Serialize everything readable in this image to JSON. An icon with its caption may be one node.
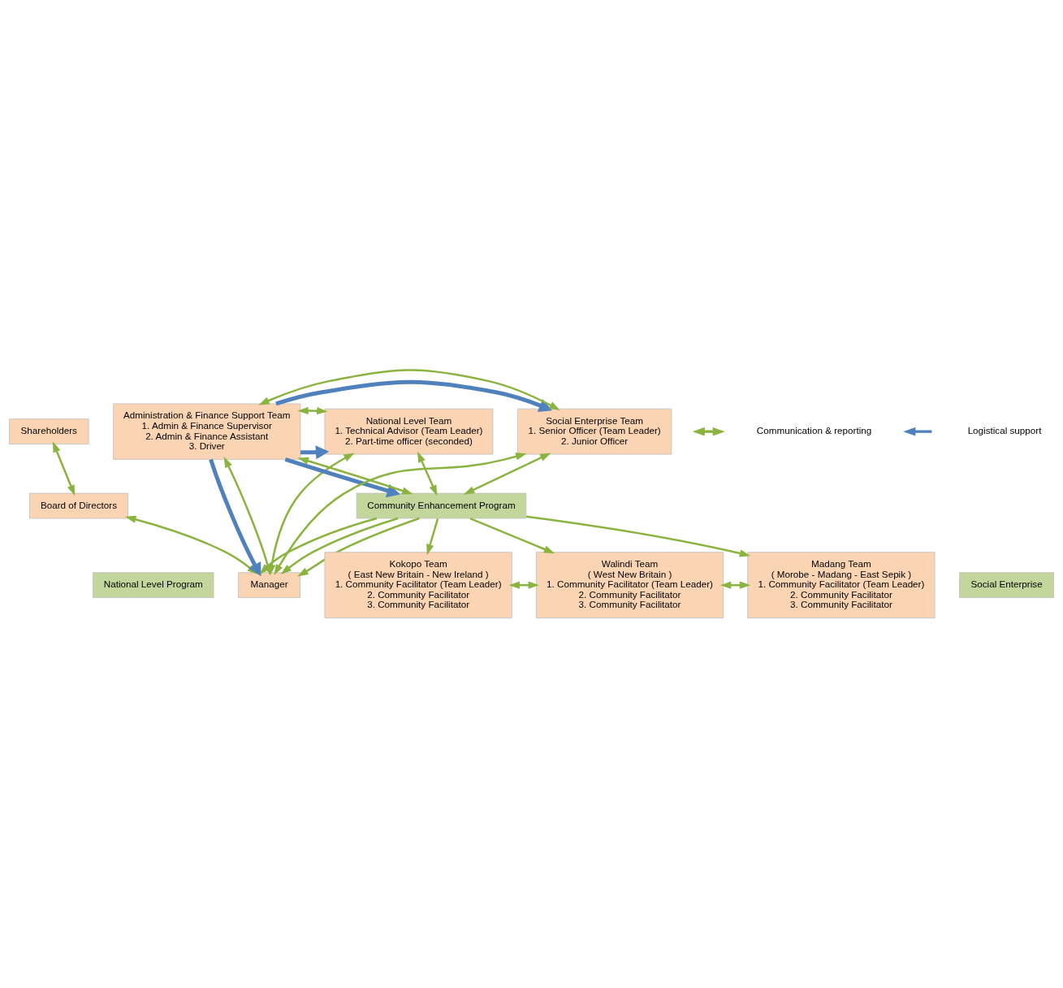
{
  "diagram": {
    "nodes": [
      {
        "text": [
          "Shareholders"
        ]
      },
      {
        "text": [
          "Board of Directors"
        ]
      },
      {
        "text": [
          "Manager"
        ]
      },
      {
        "text": [
          "National Level Program"
        ]
      },
      {
        "text": [
          "Social Enterprise"
        ]
      },
      {
        "text": [
          "National Level Team",
          "1. Technical Advisor (Team Leader)",
          "2. Part-time officer (seconded)"
        ]
      },
      {
        "text": [
          "Administration & Finance Support Team",
          "1. Admin & Finance Supervisor",
          "2. Admin & Finance Assistant",
          "3. Driver"
        ]
      },
      {
        "text": [
          "Social Enterprise Team",
          "1. Senior Officer (Team Leader)",
          "2. Junior Officer"
        ]
      },
      {
        "text": [
          "Community Enhancement Program"
        ]
      },
      {
        "text": [
          "Kokopo Team",
          "( East New Britain - New Ireland )",
          "1. Community Facilitator (Team Leader)",
          "2. Community Facilitator",
          "3. Community Facilitator"
        ]
      },
      {
        "text": [
          "Walindi Team",
          "( West New Britain )",
          "1. Community Facilitator (Team Leader)",
          "2. Community Facilitator",
          "3. Community Facilitator"
        ]
      },
      {
        "text": [
          "Madang Team",
          "( Morobe - Madang - East Sepik )",
          "1. Community Facilitator (Team Leader)",
          "2. Community Facilitator",
          "3. Community Facilitator"
        ]
      }
    ],
    "edges": [
      {
        "from": 0,
        "to": 1,
        "arrow": "both"
      },
      {
        "from": 1,
        "to": 2,
        "arrow": "both"
      },
      {
        "from": 5,
        "to": 2,
        "arrow": "both"
      },
      {
        "from": 7,
        "to": 2,
        "arrow": "both"
      },
      {
        "from": 8,
        "to": 2,
        "arrow": "to"
      },
      {
        "from": 8,
        "to": 2,
        "arrow": "to"
      },
      {
        "from": 8,
        "to": 2,
        "arrow": "to"
      },
      {
        "from": 6,
        "to": 2,
        "arrow": "to",
        "style": "thick",
        "color": "#4f81bd"
      },
      {
        "from": 6,
        "to": 2,
        "arrow": "both"
      },
      {
        "from": 6,
        "to": 5,
        "arrow": "to",
        "style": "thick",
        "color": "#4f81bd"
      },
      {
        "from": 6,
        "to": 5,
        "arrow": "both"
      },
      {
        "from": 6,
        "to": 7,
        "arrow": "to",
        "style": "thick",
        "color": "#4f81bd"
      },
      {
        "from": 6,
        "to": 7,
        "arrow": "both"
      },
      {
        "from": 5,
        "to": 8,
        "arrow": "both"
      },
      {
        "from": 7,
        "to": 8,
        "arrow": "both"
      },
      {
        "from": 6,
        "to": 8,
        "arrow": "to",
        "style": "thick",
        "color": "#4f81bd"
      },
      {
        "from": 6,
        "to": 8,
        "arrow": "both"
      },
      {
        "from": 8,
        "to": 9,
        "arrow": "to"
      },
      {
        "from": 8,
        "to": 10,
        "arrow": "to"
      },
      {
        "from": 8,
        "to": 11,
        "arrow": "to"
      },
      {
        "from": 9,
        "to": 10,
        "arrow": "both"
      },
      {
        "from": 10,
        "to": 11,
        "arrow": "both"
      }
    ],
    "legend": [
      {
        "text": "Communication & reporting"
      },
      {
        "text": "Logistical support"
      }
    ]
  }
}
